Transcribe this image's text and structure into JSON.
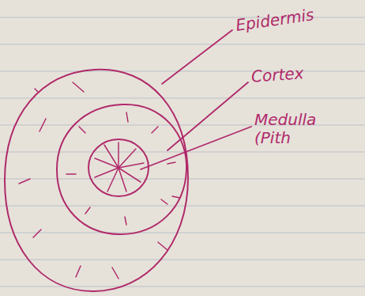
{
  "diagram": {
    "labels": [
      "Epidermis",
      "Cortex",
      "Medulla (Pith"
    ]
  }
}
